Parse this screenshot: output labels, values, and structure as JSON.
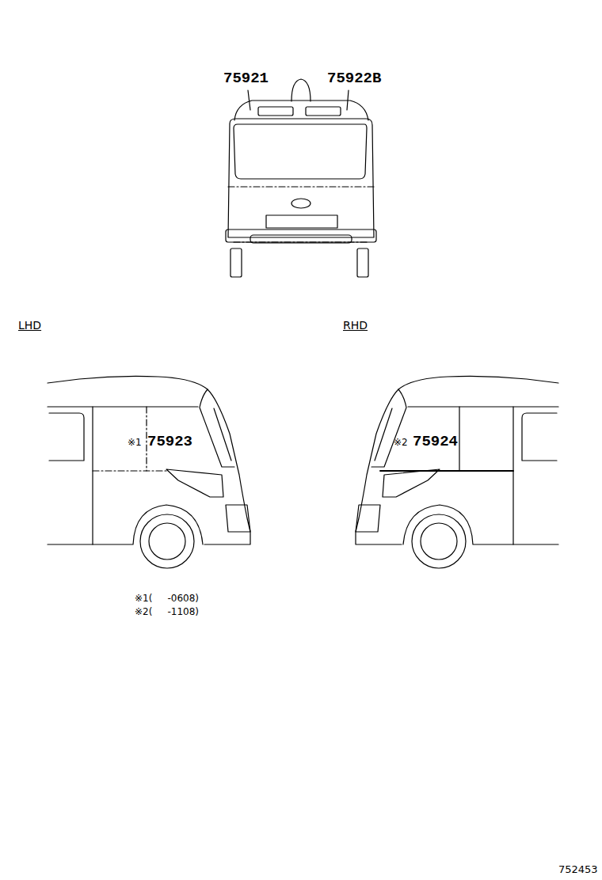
{
  "diagram": {
    "labels": [
      "75921",
      "75922B",
      "LHD",
      "RHD",
      "※1",
      "75923",
      "※2",
      "75924",
      "※1(     -0608)",
      "※2(     -1108)",
      "752453"
    ]
  }
}
